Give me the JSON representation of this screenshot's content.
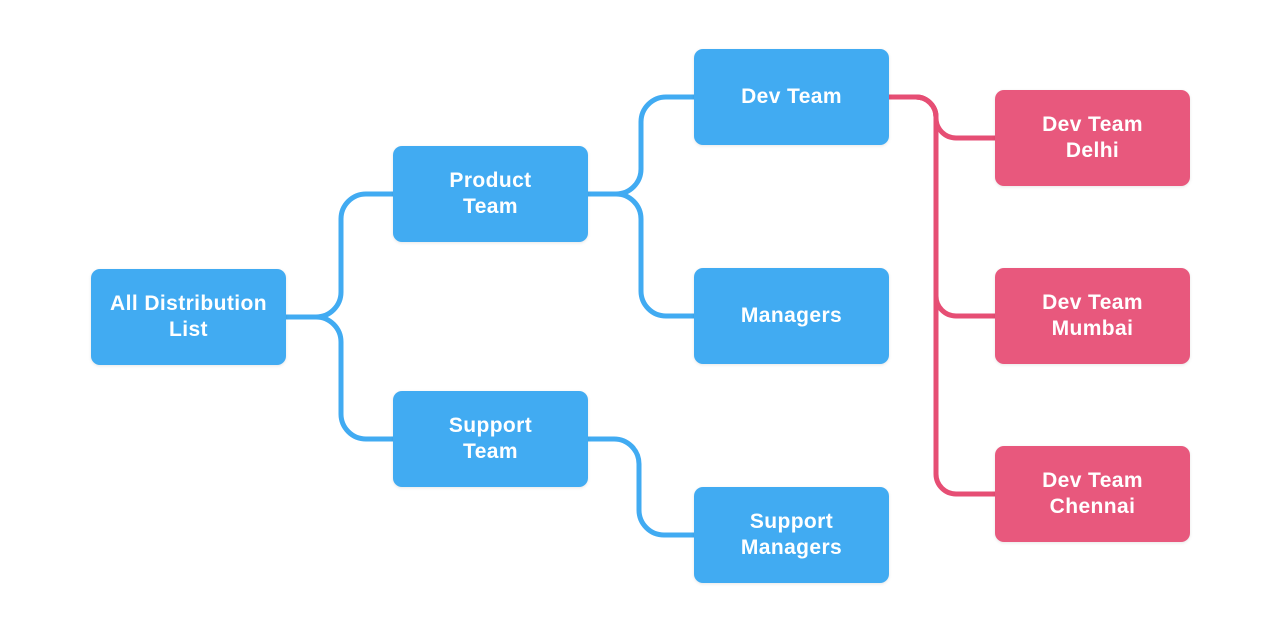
{
  "diagram": {
    "type": "tree",
    "background": "#ffffff",
    "colors": {
      "blue_node": "#41abf2",
      "pink_node": "#e8587d",
      "blue_edge": "#41abf2",
      "pink_edge": "#e64e74",
      "label_text": "#ffffff"
    },
    "nodes": [
      {
        "id": "all-distribution-list",
        "label": "All Distribution\nList",
        "color": "blue"
      },
      {
        "id": "product-team",
        "label": "Product\nTeam",
        "color": "blue"
      },
      {
        "id": "support-team",
        "label": "Support\nTeam",
        "color": "blue"
      },
      {
        "id": "dev-team",
        "label": "Dev Team",
        "color": "blue"
      },
      {
        "id": "managers",
        "label": "Managers",
        "color": "blue"
      },
      {
        "id": "support-managers",
        "label": "Support\nManagers",
        "color": "blue"
      },
      {
        "id": "dev-team-delhi",
        "label": "Dev Team\nDelhi",
        "color": "pink"
      },
      {
        "id": "dev-team-mumbai",
        "label": "Dev Team\nMumbai",
        "color": "pink"
      },
      {
        "id": "dev-team-chennai",
        "label": "Dev Team\nChennai",
        "color": "pink"
      }
    ],
    "edges": [
      {
        "from": "all-distribution-list",
        "to": "product-team",
        "color": "blue"
      },
      {
        "from": "all-distribution-list",
        "to": "support-team",
        "color": "blue"
      },
      {
        "from": "product-team",
        "to": "dev-team",
        "color": "blue"
      },
      {
        "from": "product-team",
        "to": "managers",
        "color": "blue"
      },
      {
        "from": "support-team",
        "to": "support-managers",
        "color": "blue"
      },
      {
        "from": "dev-team",
        "to": "dev-team-delhi",
        "color": "pink"
      },
      {
        "from": "dev-team",
        "to": "dev-team-mumbai",
        "color": "pink"
      },
      {
        "from": "dev-team",
        "to": "dev-team-chennai",
        "color": "pink"
      }
    ]
  }
}
